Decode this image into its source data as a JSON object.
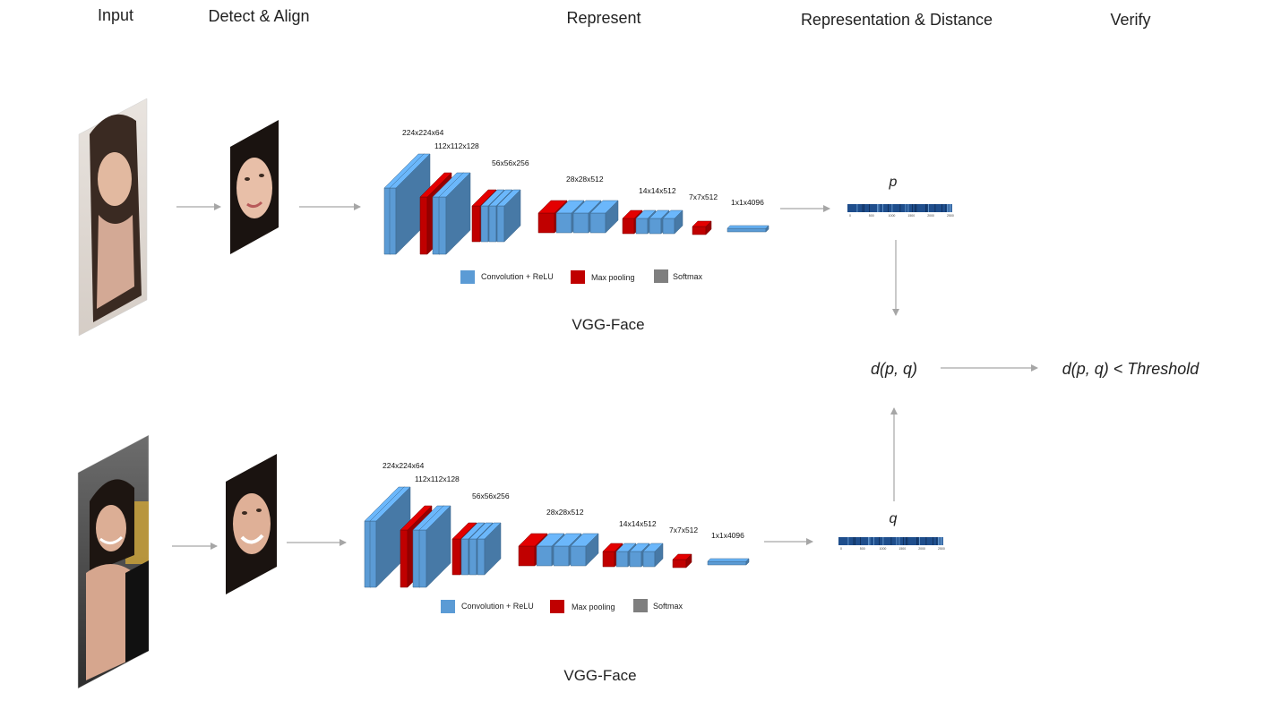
{
  "headers": {
    "input": "Input",
    "detect_align": "Detect & Align",
    "represent": "Represent",
    "representation_distance": "Representation & Distance",
    "verify": "Verify"
  },
  "network": {
    "name": "VGG-Face",
    "layer_dims": [
      "224x224x64",
      "112x112x128",
      "56x56x256",
      "28x28x512",
      "14x14x512",
      "7x7x512",
      "1x1x4096"
    ],
    "legend": {
      "conv": "Convolution + ReLU",
      "pool": "Max pooling",
      "softmax": "Softmax"
    }
  },
  "vectors": {
    "p": "p",
    "q": "q",
    "ticks_top": [
      "0",
      "500",
      "1000",
      "1500",
      "2000",
      "2500"
    ],
    "ticks_bottom": [
      "0",
      "500",
      "1000",
      "1500",
      "2000",
      "2500"
    ]
  },
  "distance": "d(p, q)",
  "verify_rule": "d(p, q) < Threshold",
  "colors": {
    "conv": "#5b9bd5",
    "conv_dark": "#3f72a8",
    "pool": "#c00000",
    "pool_dark": "#8a0000",
    "softmax": "#7f7f7f",
    "arrow": "#a6a6a6",
    "vector": "#1f4e8c"
  }
}
